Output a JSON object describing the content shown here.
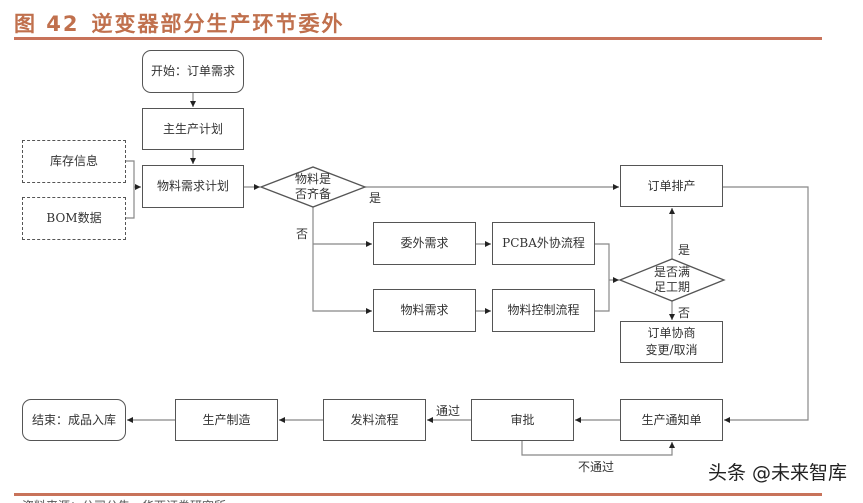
{
  "figure": {
    "label": "图 42",
    "title": "逆变器部分生产环节委外"
  },
  "nodes": {
    "start": "开始：订单需求",
    "mps": "主生产计划",
    "inventory": "库存信息",
    "bom": "BOM数据",
    "mrp": "物料需求计划",
    "materials_ready": [
      "物料是",
      "否齐备"
    ],
    "order_scheduling": "订单排产",
    "outsourcing_demand": "委外需求",
    "pcba_outsourcing": "PCBA外协流程",
    "material_demand": "物料需求",
    "material_control": "物料控制流程",
    "meets_deadline": [
      "是否满",
      "足工期"
    ],
    "order_negotiation": [
      "订单协商",
      "变更/取消"
    ],
    "production_notice": "生产通知单",
    "approval": "审批",
    "material_issue": "发料流程",
    "manufacturing": "生产制造",
    "end": "结束：成品入库"
  },
  "edge_labels": {
    "yes_1": "是",
    "no_1": "否",
    "yes_2": "是",
    "no_2": "否",
    "pass": "通过",
    "fail": "不通过"
  },
  "watermark": "头条 @未来智库",
  "source_cutoff": "资料来源：公司公告，华西证券研究所"
}
